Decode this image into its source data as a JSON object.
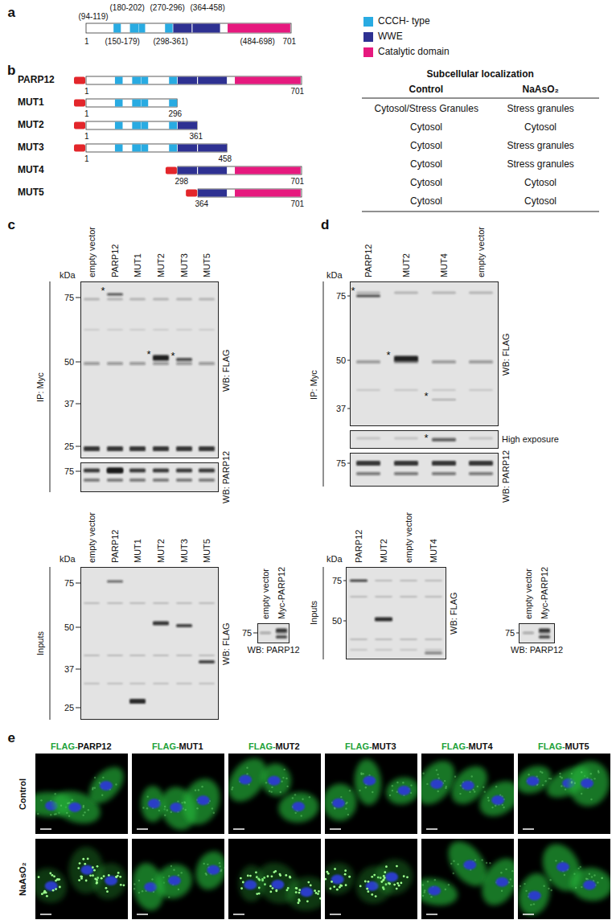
{
  "diagram": {
    "nodes": [
      {
        "text": [
          "WB: FLAG"
        ]
      },
      {
        "text": [
          "WB: PARP12"
        ]
      },
      {
        "text": [
          "WB: FLAG"
        ]
      },
      {
        "text": [
          "WB: PARP12"
        ]
      },
      {
        "text": [
          "WB: FLAG"
        ]
      },
      {
        "text": [
          "High exposure"
        ]
      },
      {
        "text": [
          "WB: PARP12"
        ]
      },
      {
        "text": [
          "WB: FLAG"
        ]
      },
      {
        "text": [
          "WB: PARP12"
        ]
      }
    ],
    "labels": [
      "a",
      "(180-202)",
      "(270-296)",
      "(364-458)",
      "(94-119)",
      "1",
      "(150-179)",
      "(298-361)",
      "(484-698)",
      "701",
      "b",
      "PARP12",
      "1",
      "701",
      "MUT1",
      "1",
      "296",
      "MUT2",
      "1",
      "361",
      "MUT3",
      "1",
      "458",
      "MUT4",
      "298",
      "701",
      "MUT5",
      "364",
      "701",
      "Subcellular localization",
      "Control",
      "NaAsO₂",
      "Cytosol/Stress Granules",
      "Stress granules",
      "Cytosol",
      "Cytosol",
      "Cytosol",
      "Stress granules",
      "Cytosol",
      "Stress granules",
      "Cytosol",
      "Cytosol",
      "Cytosol",
      "Cytosol",
      "c",
      "empty vector",
      "PARP12",
      "MUT1",
      "MUT2",
      "MUT3",
      "MUT5",
      "kDa",
      "IP: Myc",
      "75",
      "50",
      "37",
      "25",
      "*",
      "*",
      "*",
      "75",
      "kDa",
      "empty vector",
      "PARP12",
      "MUT1",
      "MUT2",
      "MUT3",
      "MUT5",
      "Inputs",
      "75",
      "50",
      "37",
      "25",
      "empty vector",
      "Myc-PARP12",
      "75",
      "d",
      "PARP12",
      "MUT2",
      "MUT4",
      "empty vector",
      "kDa",
      "IP: Myc",
      "75",
      "50",
      "37",
      "*",
      "*",
      "*",
      "*",
      "75",
      "kDa",
      "PARP12",
      "MUT2",
      "empty vector",
      "MUT4",
      "Inputs",
      "75",
      "50",
      "empty vector",
      "Myc-PARP12",
      "75",
      "e",
      "FLAG-",
      "PARP12",
      "FLAG-",
      "MUT1",
      "FLAG-",
      "MUT2",
      "FLAG-",
      "MUT3",
      "FLAG-",
      "MUT4",
      "FLAG-",
      "MUT5",
      "Control",
      "NaAsO₂"
    ],
    "legend": [
      {
        "text": "CCCH- type",
        "color": "#29abe2"
      },
      {
        "text": "WWE",
        "color": "#2e3192"
      },
      {
        "text": "Catalytic domain",
        "color": "#e6197e"
      }
    ]
  }
}
